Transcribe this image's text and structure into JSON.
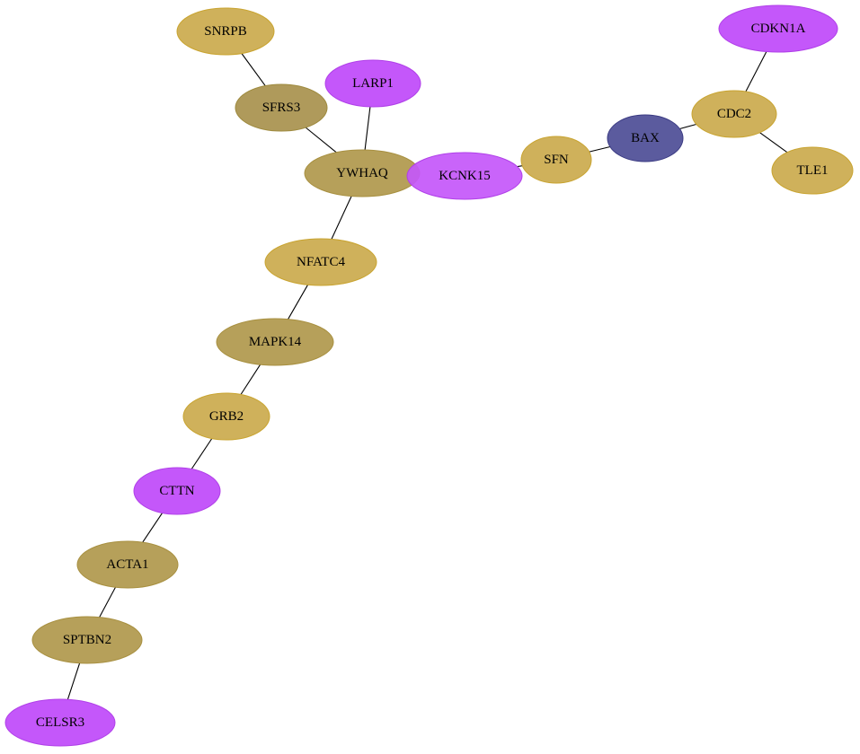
{
  "graph": {
    "palette": {
      "gold": {
        "fill": "#CFB15B",
        "stroke": "#C9A430"
      },
      "olive": {
        "fill": "#B6A05A",
        "stroke": "#A89040"
      },
      "olive_dark": {
        "fill": "#AF9A5B",
        "stroke": "#9E8A3E"
      },
      "purple": {
        "fill": "#C457FA",
        "stroke": "#B040E8"
      },
      "purple_translucent": {
        "fill": "#C457FA",
        "stroke": "#B040E8",
        "opacity": 0.92
      },
      "navy": {
        "fill": "#5B5B9E",
        "stroke": "#3A3A82"
      }
    },
    "nodes": [
      {
        "id": "SNRPB",
        "label": "SNRPB",
        "color": "gold"
      },
      {
        "id": "CDKN1A",
        "label": "CDKN1A",
        "color": "purple"
      },
      {
        "id": "LARP1",
        "label": "LARP1",
        "color": "purple"
      },
      {
        "id": "SFRS3",
        "label": "SFRS3",
        "color": "olive_dark"
      },
      {
        "id": "CDC2",
        "label": "CDC2",
        "color": "gold"
      },
      {
        "id": "BAX",
        "label": "BAX",
        "color": "navy"
      },
      {
        "id": "YWHAQ",
        "label": "YWHAQ",
        "color": "olive"
      },
      {
        "id": "KCNK15",
        "label": "KCNK15",
        "color": "purple_translucent"
      },
      {
        "id": "SFN",
        "label": "SFN",
        "color": "gold"
      },
      {
        "id": "TLE1",
        "label": "TLE1",
        "color": "gold"
      },
      {
        "id": "NFATC4",
        "label": "NFATC4",
        "color": "gold"
      },
      {
        "id": "MAPK14",
        "label": "MAPK14",
        "color": "olive"
      },
      {
        "id": "GRB2",
        "label": "GRB2",
        "color": "gold"
      },
      {
        "id": "CTTN",
        "label": "CTTN",
        "color": "purple"
      },
      {
        "id": "ACTA1",
        "label": "ACTA1",
        "color": "olive"
      },
      {
        "id": "SPTBN2",
        "label": "SPTBN2",
        "color": "olive"
      },
      {
        "id": "CELSR3",
        "label": "CELSR3",
        "color": "purple"
      }
    ],
    "edges": [
      [
        "SNRPB",
        "SFRS3"
      ],
      [
        "SFRS3",
        "YWHAQ"
      ],
      [
        "LARP1",
        "YWHAQ"
      ],
      [
        "YWHAQ",
        "KCNK15"
      ],
      [
        "KCNK15",
        "SFN"
      ],
      [
        "SFN",
        "BAX"
      ],
      [
        "BAX",
        "CDC2"
      ],
      [
        "CDC2",
        "CDKN1A"
      ],
      [
        "CDC2",
        "TLE1"
      ],
      [
        "YWHAQ",
        "NFATC4"
      ],
      [
        "NFATC4",
        "MAPK14"
      ],
      [
        "MAPK14",
        "GRB2"
      ],
      [
        "GRB2",
        "CTTN"
      ],
      [
        "CTTN",
        "ACTA1"
      ],
      [
        "ACTA1",
        "SPTBN2"
      ],
      [
        "SPTBN2",
        "CELSR3"
      ]
    ]
  }
}
